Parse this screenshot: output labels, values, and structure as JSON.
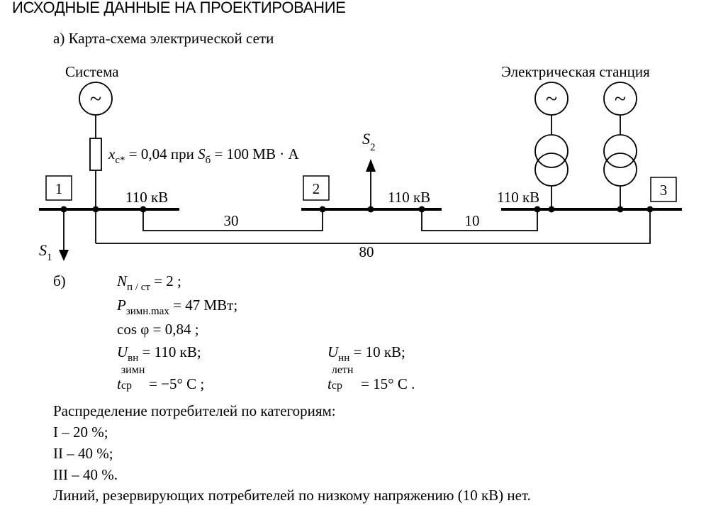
{
  "heading": "ИСХОДНЫЕ ДАННЫЕ НА ПРОЕКТИРОВАНИЕ",
  "section_a": {
    "label": "а) Карта-схема электрической сети",
    "system_label": "Система",
    "station_label": "Электрическая станция",
    "system_reactance": {
      "x_symbol": "x",
      "x_sub": "с*",
      "eq1": " = 0,04 при ",
      "s_symbol": "S",
      "s_sub": "б",
      "eq2": " = 100 МВ · А"
    },
    "nodes": [
      "1",
      "2",
      "3"
    ],
    "voltage_labels": [
      "110 кВ",
      "110 кВ",
      "110 кВ"
    ],
    "line_lengths": [
      "30",
      "10",
      "80"
    ],
    "loads": {
      "s1_symbol": "S",
      "s1_sub": "1",
      "s2_symbol": "S",
      "s2_sub": "2"
    },
    "generator_symbol": "~"
  },
  "section_b": {
    "label": "б)",
    "n_line": {
      "sym": "N",
      "sub": "п / ст",
      "rest": " = 2 ;"
    },
    "p_line": {
      "sym": "P",
      "sub": "зимн.max",
      "rest": " = 47  МВт;"
    },
    "cos_line": "cos φ = 0,84 ;",
    "u_vn": {
      "sym": "U",
      "sub": "вн",
      "rest": " = 110  кВ;"
    },
    "u_nn": {
      "sym": "U",
      "sub": "нн",
      "rest": " = 10  кВ;"
    },
    "t_winter": {
      "sym": "t",
      "sub": "ср",
      "sup": "зимн",
      "rest": " = −5° С ;"
    },
    "t_summer": {
      "sym": "t",
      "sub": "ср",
      "sup": "летн",
      "rest": " = 15° С ."
    }
  },
  "categories": {
    "title": "Распределение потребителей по категориям:",
    "items": [
      "I – 20 %;",
      "II – 40 %;",
      "III – 40 %."
    ],
    "note": "Линий, резервирующих потребителей по низкому напряжению (10 кВ) нет."
  }
}
